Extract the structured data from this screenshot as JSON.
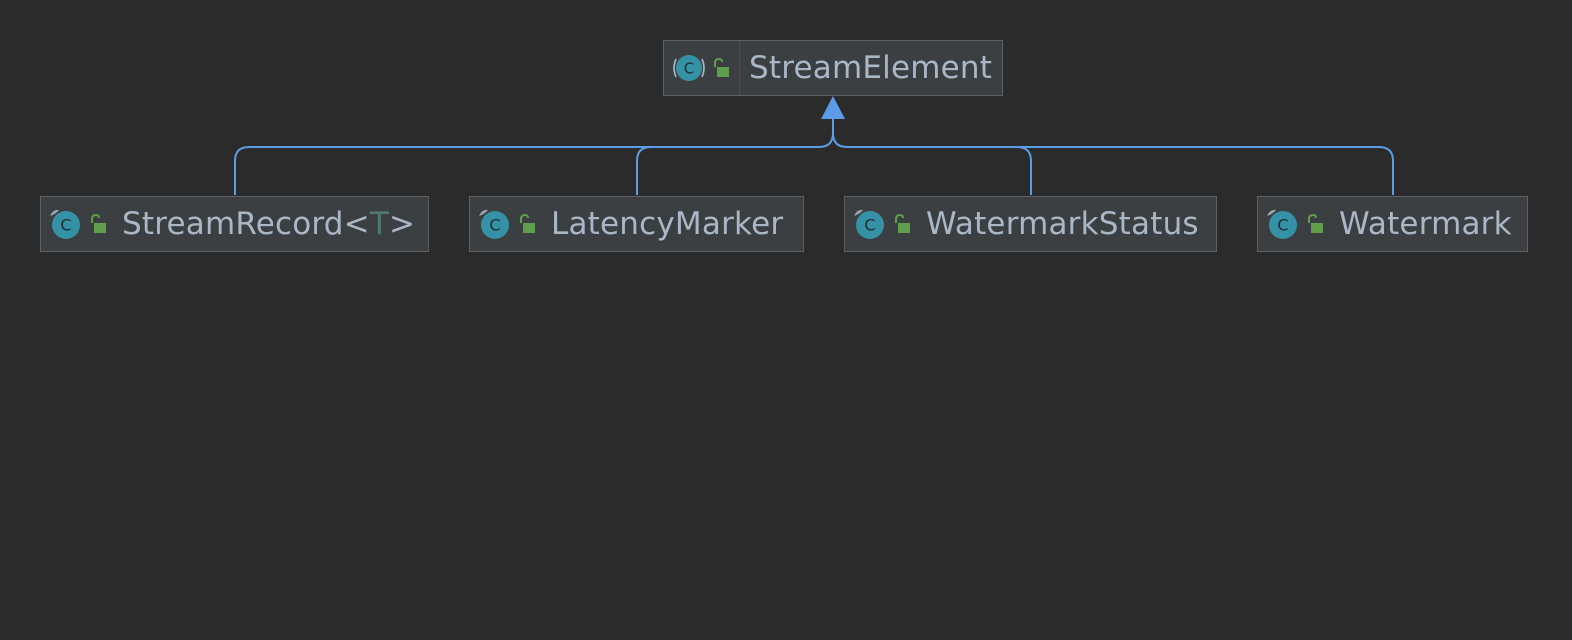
{
  "diagram": {
    "type": "class-hierarchy",
    "colors": {
      "background": "#2b2b2b",
      "node_fill": "#3c3f41",
      "node_border": "#5e6163",
      "text": "#a9b7c6",
      "type_parameter": "#507874",
      "edge": "#5c9ce6",
      "class_icon": "#3592a6",
      "lock_icon": "#5f9e4a"
    },
    "parent": {
      "name": "StreamElement",
      "icons": [
        "abstract-class-icon",
        "public-lock-icon"
      ]
    },
    "children": [
      {
        "name_prefix": "StreamRecord<",
        "type_param": "T",
        "name_suffix": ">",
        "icons": [
          "class-icon",
          "public-lock-icon"
        ]
      },
      {
        "name": "LatencyMarker",
        "icons": [
          "class-icon",
          "public-lock-icon"
        ]
      },
      {
        "name": "WatermarkStatus",
        "icons": [
          "class-icon",
          "public-lock-icon"
        ]
      },
      {
        "name": "Watermark",
        "icons": [
          "class-icon",
          "public-lock-icon"
        ]
      }
    ],
    "edges": [
      {
        "from": "StreamRecord<T>",
        "to": "StreamElement",
        "relation": "extends"
      },
      {
        "from": "LatencyMarker",
        "to": "StreamElement",
        "relation": "extends"
      },
      {
        "from": "WatermarkStatus",
        "to": "StreamElement",
        "relation": "extends"
      },
      {
        "from": "Watermark",
        "to": "StreamElement",
        "relation": "extends"
      }
    ]
  }
}
